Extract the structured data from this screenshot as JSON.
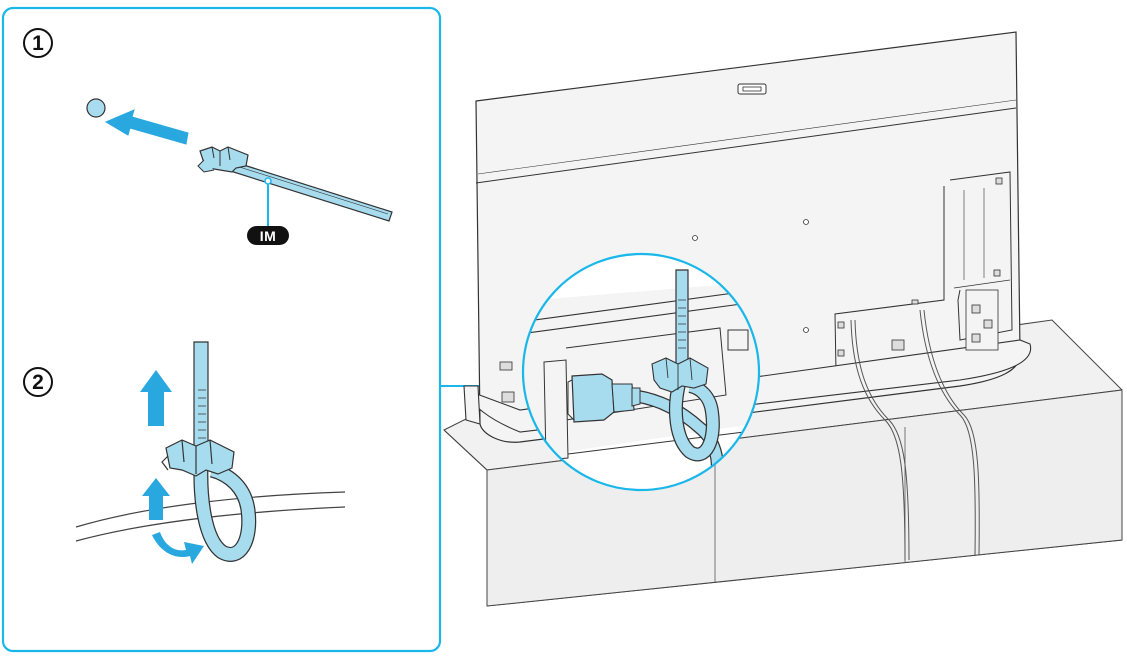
{
  "steps": [
    {
      "number": "1"
    },
    {
      "number": "2"
    }
  ],
  "callout_label": "IM",
  "colors": {
    "accent": "#1ab7ea",
    "tie_fill": "#a7dcef",
    "arrow_fill": "#29a8e0",
    "line": "#3a3a3a",
    "tv_fill": "#f4f4f4",
    "stand_fill": "#f1f1f1"
  },
  "icons": [
    "circled-number-1",
    "circled-number-2",
    "arrow-up-icon",
    "arrow-left-icon",
    "rotate-arrow-icon"
  ]
}
